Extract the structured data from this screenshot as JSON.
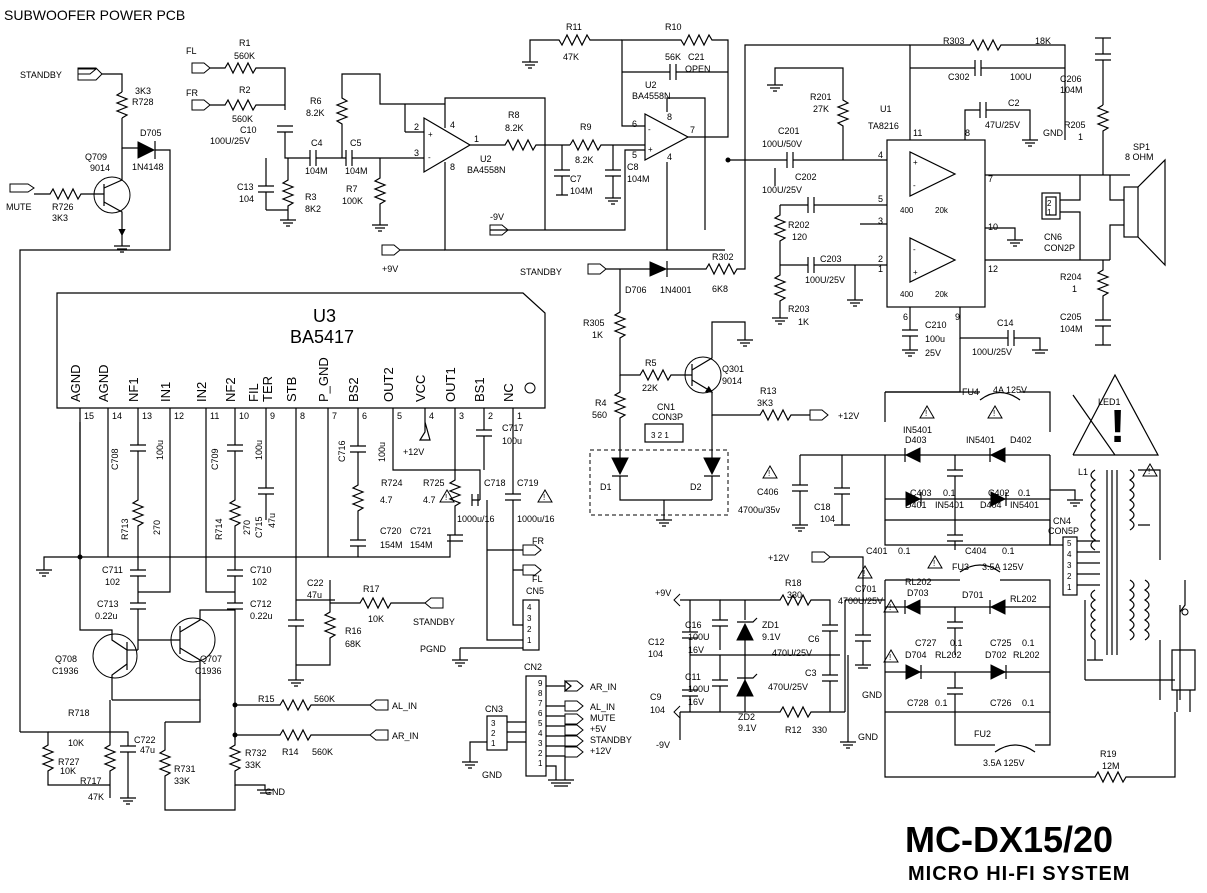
{
  "title": "SUBWOOFER POWER PCB",
  "model": "MC-DX15/20",
  "subtitle": "MICRO HI-FI SYSTEM",
  "u3": {
    "name": "U3",
    "part": "BA5417",
    "pins": [
      {
        "label": "AGND",
        "num": "15"
      },
      {
        "label": "AGND",
        "num": "14"
      },
      {
        "label": "NF1",
        "num": "13"
      },
      {
        "label": "IN1",
        "num": "12"
      },
      {
        "label": "IN2",
        "num": "11"
      },
      {
        "label": "NF2",
        "num": "10"
      },
      {
        "label": "FIL",
        "num": "9"
      },
      {
        "label": "TER",
        "num": ""
      },
      {
        "label": "STB",
        "num": "8"
      },
      {
        "label": "P_GND",
        "num": "7"
      },
      {
        "label": "BS2",
        "num": "6"
      },
      {
        "label": "OUT2",
        "num": "5"
      },
      {
        "label": "VCC",
        "num": "4"
      },
      {
        "label": "OUT1",
        "num": "3"
      },
      {
        "label": "BS1",
        "num": "2"
      },
      {
        "label": "NC",
        "num": "1"
      }
    ]
  },
  "u1": {
    "name": "U1",
    "part": "TA8216",
    "pin11": "11",
    "pin8": "8",
    "pin4": "4",
    "pin5": "5",
    "pin3": "3",
    "pin2": "2",
    "pin1": "1",
    "pin7": "7",
    "pin10": "10",
    "pin12": "12",
    "pin6": "6",
    "pin9": "9",
    "r400a": "400",
    "r20ka": "20k",
    "r400b": "400",
    "r20kb": "20k"
  },
  "u2": {
    "name_a": "U2",
    "part_a": "BA4558N",
    "name_b": "U2",
    "part_b": "BA4558N"
  },
  "nets": {
    "standby": "STANDBY",
    "mute": "MUTE",
    "fl": "FL",
    "fr": "FR",
    "minus9v": "-9V",
    "plus9v": "+9V",
    "plus12v": "+12V",
    "gnd": "GND",
    "pgnd": "PGND",
    "al_in": "AL_IN",
    "ar_in": "AR_IN",
    "plus5v": "+5V"
  },
  "labels": {
    "r1": "R1",
    "r1v": "560K",
    "r2": "R2",
    "r2v": "560K",
    "r728": "R728",
    "r728v": "3K3",
    "q709": "Q709",
    "q709v": "9014",
    "d705": "D705",
    "d705v": "1N4148",
    "r726": "R726",
    "r726v": "3K3",
    "c10": "C10",
    "c10v": "100U/25V",
    "c4": "C4",
    "c4v": "104M",
    "c5": "C5",
    "c5v": "104M",
    "c13": "C13",
    "c13v": "104",
    "r3": "R3",
    "r3v": "8K2",
    "r6": "R6",
    "r6v": "8.2K",
    "r7": "R7",
    "r7v": "100K",
    "r8": "R8",
    "r8v": "8.2K",
    "r9": "R9",
    "r9v": "8.2K",
    "r11": "R11",
    "r11v": "47K",
    "r10": "R10",
    "r10v": "56K",
    "c21": "C21",
    "c21v": "OPEN",
    "c7": "C7",
    "c7v": "104M",
    "c8": "C8",
    "c8v": "104M",
    "r303": "R303",
    "r303v": "18K",
    "c302": "C302",
    "c302v": "100U",
    "c2": "C2",
    "c2v": "47U/25V",
    "c206": "C206",
    "c206v": "104M",
    "r205": "R205",
    "r205v": "1",
    "sp1": "SP1",
    "sp1v": "8 OHM",
    "r201": "R201",
    "r201v": "27K",
    "c201": "C201",
    "c201v": "100U/50V",
    "c202": "C202",
    "c202v": "100U/25V",
    "r202": "R202",
    "r202v": "120",
    "c203": "C203",
    "c203v": "100U/25V",
    "r203": "R203",
    "r203v": "1K",
    "cn6": "CN6",
    "cn6v": "CON2P",
    "r204": "R204",
    "r204v": "1",
    "c205": "C205",
    "c205v": "104M",
    "d706": "D706",
    "d706v": "1N4001",
    "r302": "R302",
    "r302v": "6K8",
    "c210": "C210",
    "c210v1": "100u",
    "c210v2": "25V",
    "c14": "C14",
    "c14v": "100U/25V",
    "r305": "R305",
    "r305v": "1K",
    "r5": "R5",
    "r5v": "22K",
    "q301": "Q301",
    "q301v": "9014",
    "r4": "R4",
    "r4v": "560",
    "r13": "R13",
    "r13v": "3K3",
    "cn1": "CN1",
    "cn1v": "CON3P",
    "d1": "D1",
    "d2": "D2",
    "fu4": "FU4",
    "fu4v": "4A  125V",
    "led1": "LED1",
    "d403": "D403",
    "d403v": "IN5401",
    "d402": "D402",
    "d402v": "IN5401",
    "d401": "D401",
    "d401v": "IN5401",
    "d404": "D404",
    "d404v": "IN5401",
    "c403": "C403",
    "c403v": "0.1",
    "c402": "C402",
    "c402v": "0.1",
    "c401": "C401",
    "c401v": "0.1",
    "c404": "C404",
    "c404v": "0.1",
    "c406": "C406",
    "c406v": "4700u/35v",
    "c18": "C18",
    "c18v": "104",
    "l1": "L1",
    "cn4": "CN4",
    "cn4v": "CON5P",
    "c708": "C708",
    "c708v": "100u",
    "c709": "C709",
    "c709v": "100u",
    "r713": "R713",
    "r713v": "270",
    "r714": "R714",
    "r714v": "270",
    "c715": "C715",
    "c715v": "47u",
    "c716": "C716",
    "c716v": "100u",
    "c717": "C717",
    "c717v": "100u",
    "r724": "R724",
    "r724v": "4.7",
    "r725": "R725",
    "r725v": "4.7",
    "c718": "C718",
    "c718v": "1000u/16",
    "c719": "C719",
    "c719v": "1000u/16",
    "c720": "C720",
    "c720v": "154M",
    "c721": "C721",
    "c721v": "154M",
    "c711": "C711",
    "c711v": "102",
    "c710": "C710",
    "c710v": "102",
    "c713": "C713",
    "c713v": "0.22u",
    "c712": "C712",
    "c712v": "0.22u",
    "c22": "C22",
    "c22v": "47u",
    "r17": "R17",
    "r17v": "10K",
    "r16": "R16",
    "r16v": "68K",
    "cn5": "CN5",
    "q708": "Q708",
    "q708v": "C1936",
    "q707": "Q707",
    "q707v": "C1936",
    "r15": "R15",
    "r15v": "560K",
    "r14": "R14",
    "r14v": "560K",
    "r718": "R718",
    "r718v": "10K",
    "r727": "R727",
    "r727v": "10K",
    "r717": "R717",
    "r717v": "47K",
    "c722": "C722",
    "c722v": "47u",
    "r731": "R731",
    "r731v": "33K",
    "r732": "R732",
    "r732v": "33K",
    "cn2": "CN2",
    "cn3": "CN3",
    "r18": "R18",
    "r18v": "330",
    "c701": "C701",
    "c701v": "4700U/25V",
    "fu3": "FU3",
    "fu3v": "3.5A  125V",
    "c16": "C16",
    "c16v1": "100U",
    "c16v2": "16V",
    "c12": "C12",
    "c12v": "104",
    "zd1": "ZD1",
    "zd1v": "9.1V",
    "c6": "C6",
    "c6v": "470U/25V",
    "c11": "C11",
    "c11v1": "100U",
    "c11v2": "16V",
    "c9": "C9",
    "c9v": "104",
    "c3": "C3",
    "c3v": "470U/25V",
    "zd2": "ZD2",
    "zd2v": "9.1V",
    "r12": "R12",
    "r12v": "330",
    "rl202a": "RL202",
    "d703": "D703",
    "d701": "D701",
    "rl202b": "RL202",
    "c727": "C727",
    "c727v": "0.1",
    "c725": "C725",
    "c725v": "0.1",
    "d704": "D704",
    "rl202c": "RL202",
    "d702": "D702",
    "rl202d": "RL202",
    "c728": "C728",
    "c728v": "0.1",
    "c726": "C726",
    "c726v": "0.1",
    "fu2": "FU2",
    "fu2v": "3.5A  125V",
    "r19": "R19",
    "r19v": "12M"
  }
}
